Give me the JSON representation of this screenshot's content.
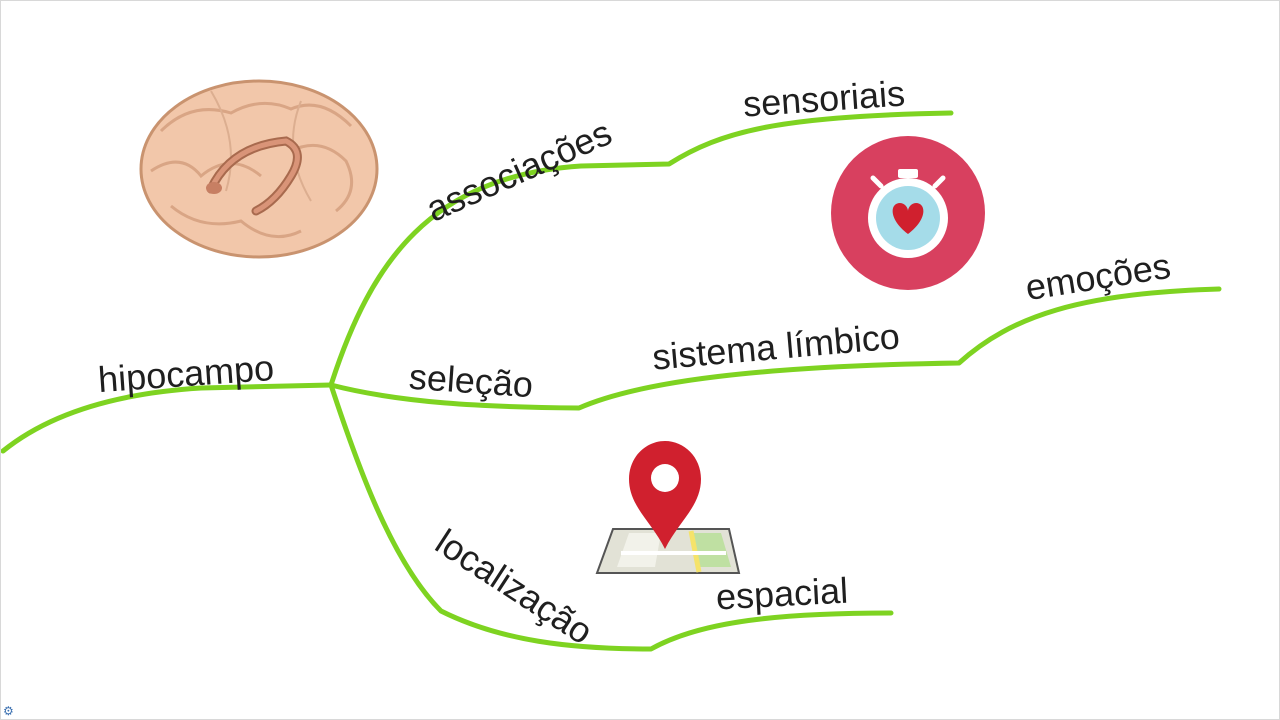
{
  "nodes": {
    "root": "hipocampo",
    "associacoes": "associações",
    "sensoriais": "sensoriais",
    "selecao": "seleção",
    "sistema_limbico": "sistema límbico",
    "emocoes": "emoções",
    "localizacao": "localização",
    "espacial": "espacial"
  },
  "icons": {
    "brain": "brain-hippocampus-illustration",
    "emotion": "stopwatch-heart-icon",
    "location": "map-pin-icon",
    "settings": "gear-icon"
  },
  "colors": {
    "branch": "#7ed321",
    "emotion_circle": "#d8405f",
    "pin": "#d0202e"
  }
}
